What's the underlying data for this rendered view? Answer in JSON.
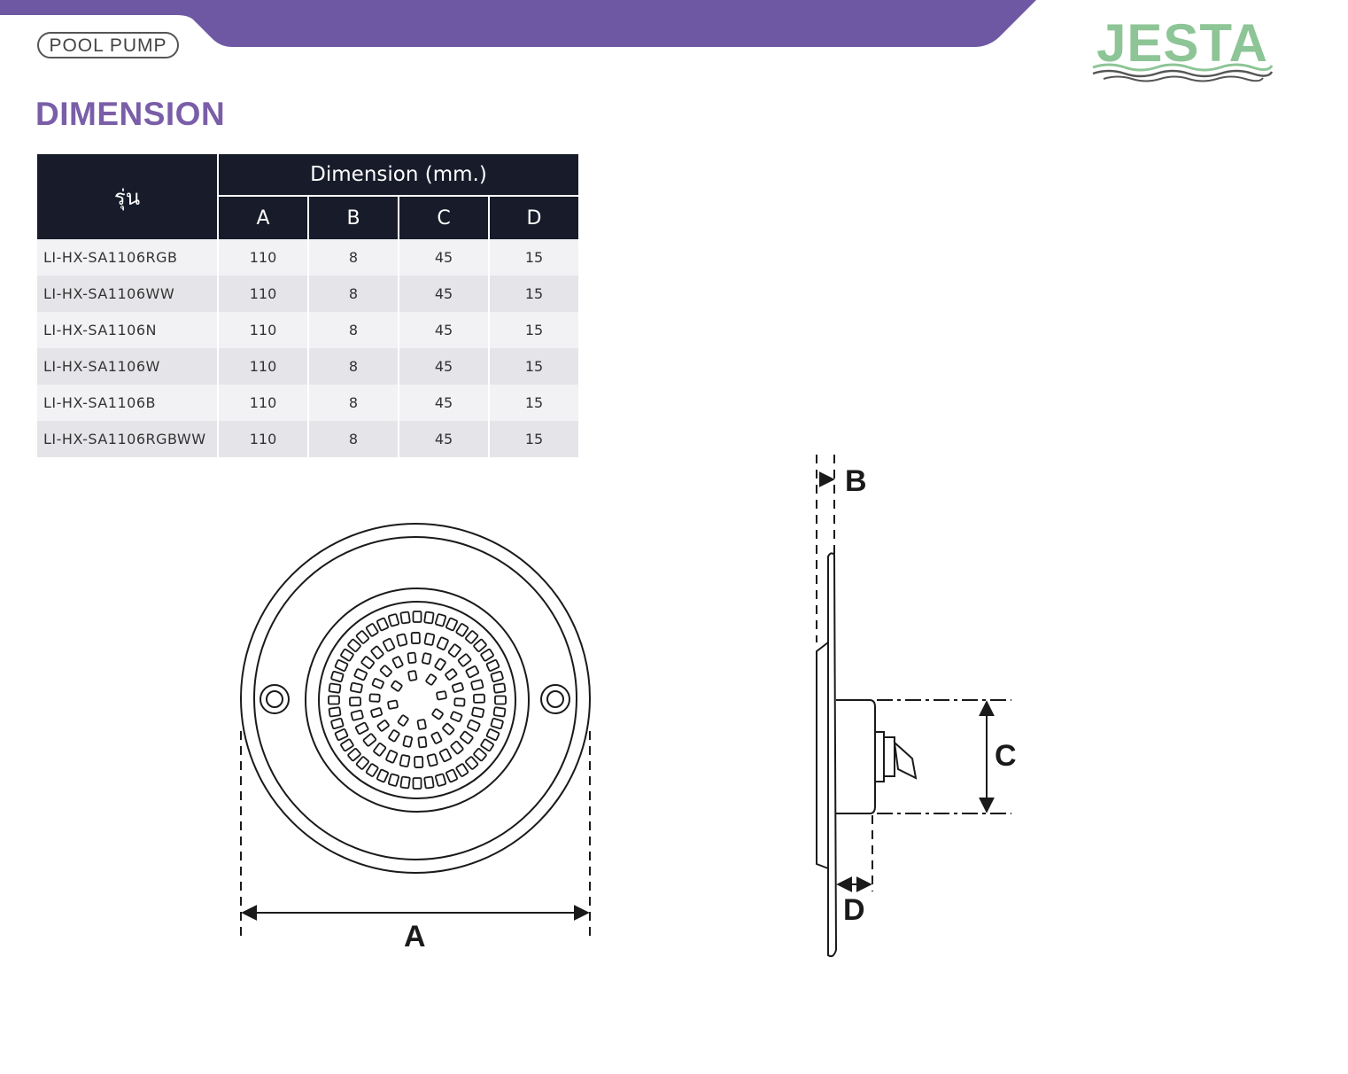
{
  "header": {
    "category_label": "POOL PUMP",
    "brand": "JESTA",
    "band_color": "#6f58a3",
    "logo_color": "#8dc596"
  },
  "section": {
    "title": "DIMENSION",
    "title_color": "#7a5ea8"
  },
  "table": {
    "model_header": "รุ่น",
    "group_header": "Dimension (mm.)",
    "columns": [
      "A",
      "B",
      "C",
      "D"
    ],
    "rows": [
      {
        "model": "LI-HX-SA1106RGB",
        "A": "110",
        "B": "8",
        "C": "45",
        "D": "15"
      },
      {
        "model": "LI-HX-SA1106WW",
        "A": "110",
        "B": "8",
        "C": "45",
        "D": "15"
      },
      {
        "model": "LI-HX-SA1106N",
        "A": "110",
        "B": "8",
        "C": "45",
        "D": "15"
      },
      {
        "model": "LI-HX-SA1106W",
        "A": "110",
        "B": "8",
        "C": "45",
        "D": "15"
      },
      {
        "model": "LI-HX-SA1106B",
        "A": "110",
        "B": "8",
        "C": "45",
        "D": "15"
      },
      {
        "model": "LI-HX-SA1106RGBWW",
        "A": "110",
        "B": "8",
        "C": "45",
        "D": "15"
      }
    ]
  },
  "drawing": {
    "front_label": "A",
    "side_labels": {
      "b": "B",
      "c": "C",
      "d": "D"
    }
  }
}
